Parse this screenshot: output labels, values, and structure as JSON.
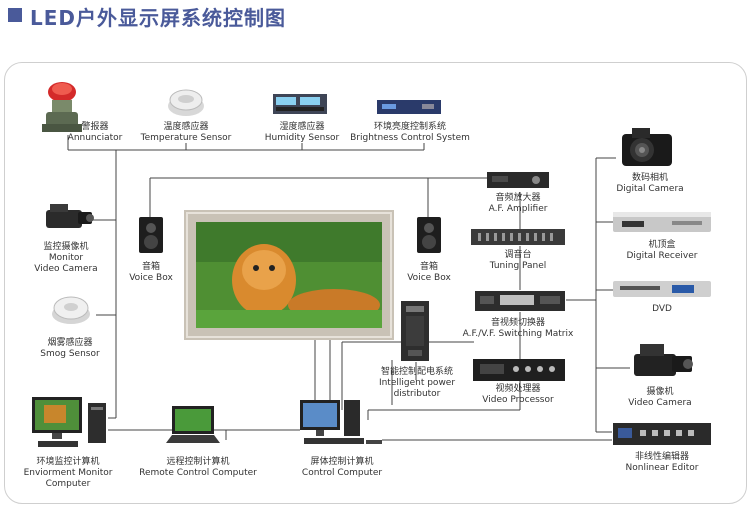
{
  "title": "LED户外显示屏系统控制图",
  "nodes": {
    "annunciator": {
      "cn": "警报器",
      "en": "Annunciator"
    },
    "temperature": {
      "cn": "温度感应器",
      "en": "Temperature Sensor"
    },
    "humidity": {
      "cn": "湿度感应器",
      "en": "Humidity Sensor"
    },
    "brightness": {
      "cn": "环境亮度控制系统",
      "en": "Brightness Control System"
    },
    "monitor_camera": {
      "cn": "监控摄像机",
      "en1": "Monitor",
      "en2": "Video Camera"
    },
    "smog": {
      "cn": "烟雾感应器",
      "en": "Smog Sensor"
    },
    "env_computer": {
      "cn": "环境监控计算机",
      "en1": "Enviorment Monitor",
      "en2": "Computer"
    },
    "voice_left": {
      "cn": "音箱",
      "en": "Voice Box"
    },
    "voice_right": {
      "cn": "音箱",
      "en": "Voice Box"
    },
    "amplifier": {
      "cn": "音频放大器",
      "en": "A.F. Amplifier"
    },
    "tuning": {
      "cn": "调音台",
      "en": "Tuning Panel"
    },
    "switching": {
      "cn": "音视频切换器",
      "en": "A.F./V.F. Switching Matrix"
    },
    "power": {
      "cn": "智能控制配电系统",
      "en1": "Intelligent power",
      "en2": "distributor"
    },
    "video_processor": {
      "cn": "视频处理器",
      "en": "Video Processor"
    },
    "remote_computer": {
      "cn": "远程控制计算机",
      "en": "Remote Control Computer"
    },
    "control_computer": {
      "cn": "屏体控制计算机",
      "en": "Control Computer"
    },
    "digital_camera": {
      "cn": "数码相机",
      "en": "Digital Camera"
    },
    "digital_receiver": {
      "cn": "机顶盒",
      "en": "Digital Receiver"
    },
    "dvd": {
      "en": "DVD"
    },
    "video_camera": {
      "cn": "摄像机",
      "en": "Video Camera"
    },
    "nonlinear": {
      "cn": "非线性编辑器",
      "en": "Nonlinear Editor"
    }
  },
  "colors": {
    "title": "#4a5a9a",
    "wire": "#444444",
    "screen_frame": "#c9c2b6"
  }
}
